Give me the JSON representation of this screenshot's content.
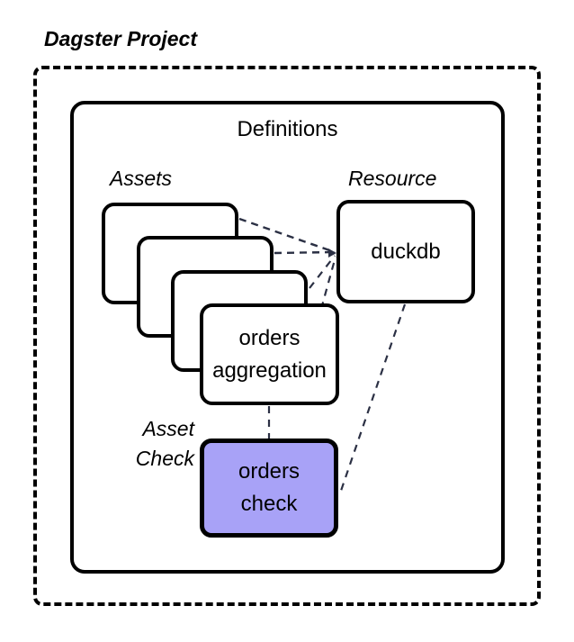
{
  "diagram": {
    "title": "Dagster Project",
    "container": {
      "label": "Definitions"
    },
    "groups": {
      "assets_label": "Assets",
      "resource_label": "Resource",
      "asset_check_label_line1": "Asset",
      "asset_check_label_line2": "Check"
    },
    "nodes": {
      "asset_stack": [
        {
          "name": "asset-card-1",
          "label": ""
        },
        {
          "name": "asset-card-2",
          "label": ""
        },
        {
          "name": "asset-card-3",
          "label": ""
        },
        {
          "name": "asset-card-orders-aggregation",
          "label_line1": "orders",
          "label_line2": "aggregation"
        }
      ],
      "resource": {
        "label": "duckdb"
      },
      "asset_check": {
        "label_line1": "orders",
        "label_line2": "check"
      }
    },
    "colors": {
      "asset_check_fill": "#A8A2F7",
      "stroke": "#000000",
      "connector": "#2b3044",
      "background": "#ffffff"
    },
    "edges": [
      {
        "from": "asset-card-1",
        "to": "duckdb"
      },
      {
        "from": "asset-card-2",
        "to": "duckdb"
      },
      {
        "from": "asset-card-3",
        "to": "duckdb"
      },
      {
        "from": "orders aggregation",
        "to": "duckdb"
      },
      {
        "from": "orders aggregation",
        "to": "orders check"
      },
      {
        "from": "duckdb",
        "to": "orders check"
      }
    ]
  }
}
